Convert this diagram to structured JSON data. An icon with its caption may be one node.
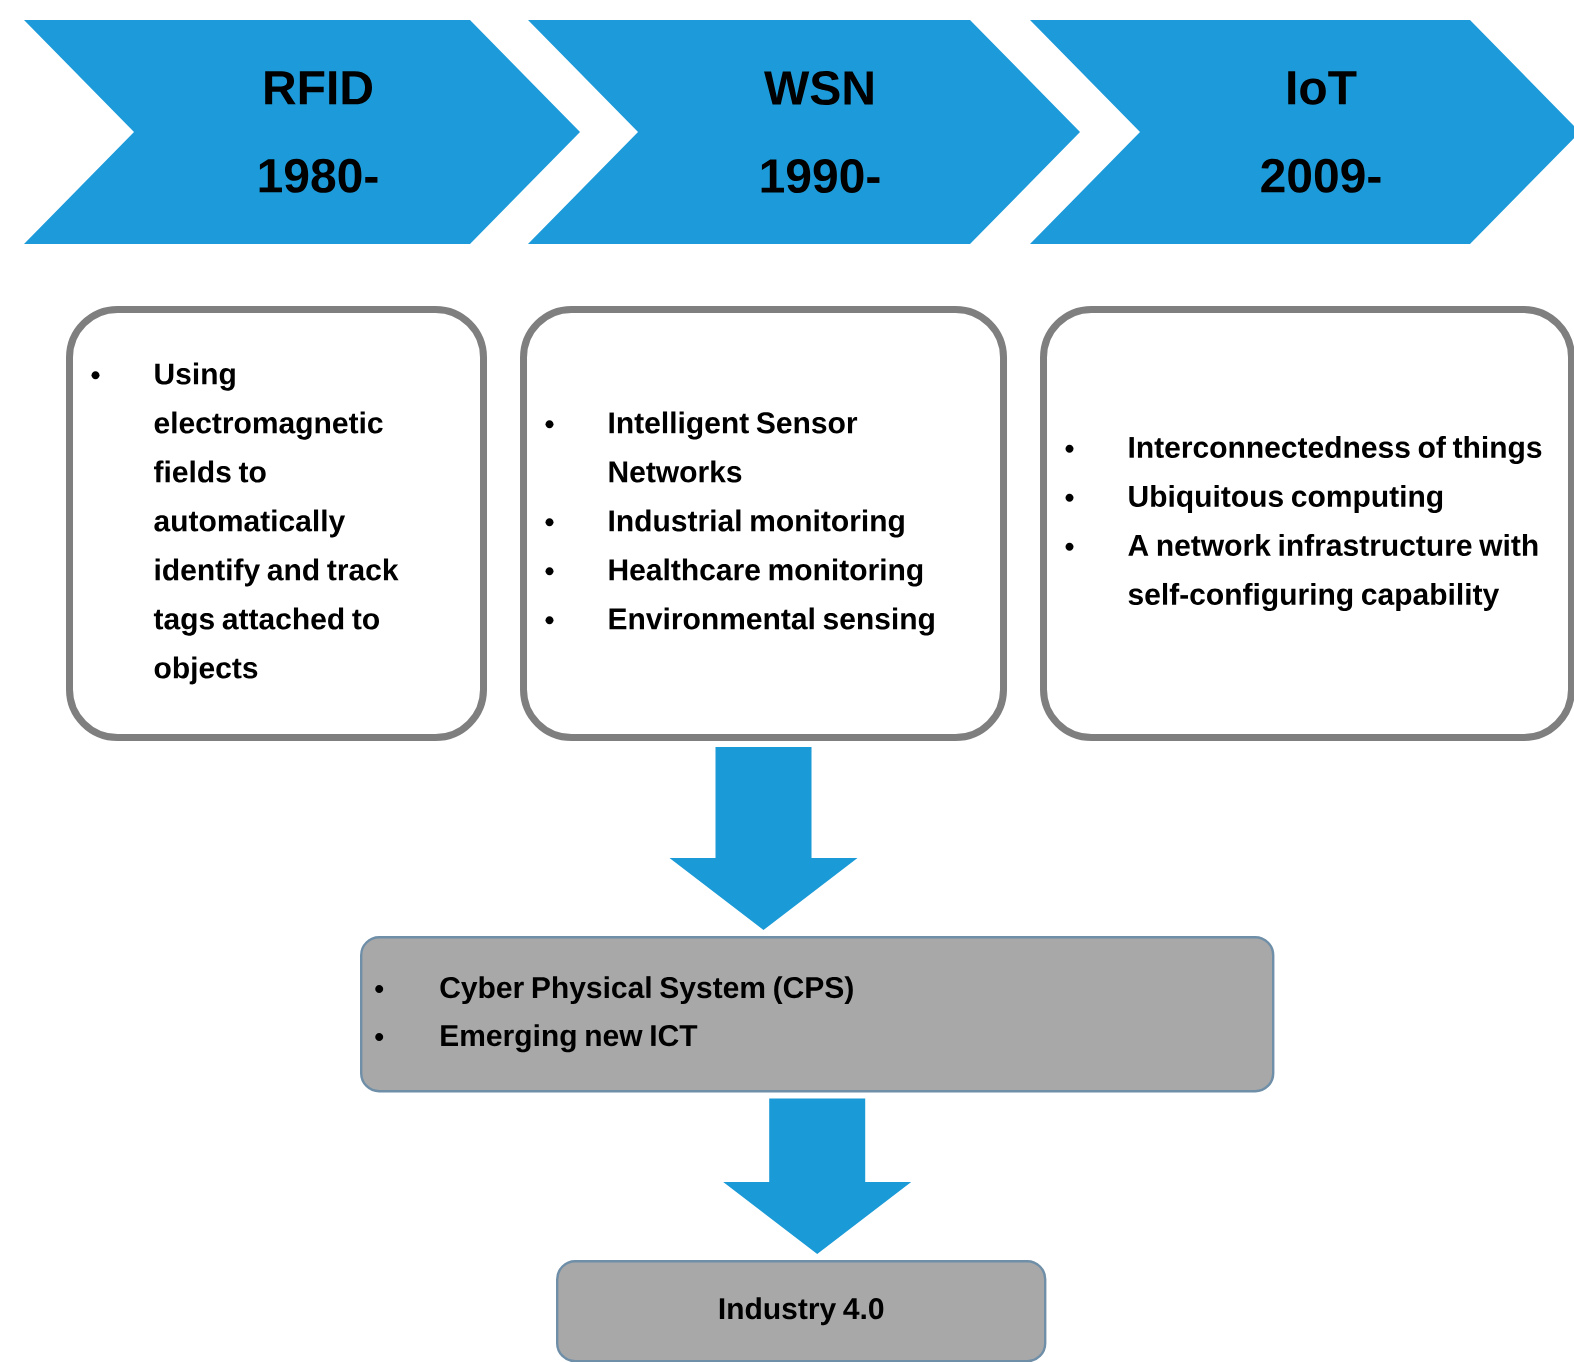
{
  "diagram": {
    "nodes": [
      {
        "text": [
          "RFID",
          "1980-"
        ]
      },
      {
        "text": [
          "WSN",
          "1990-"
        ]
      },
      {
        "text": [
          "IoT",
          "2009-"
        ]
      },
      {
        "text": [
          "Using electromagnetic fields to automatically identify and track tags attached to objects"
        ]
      },
      {
        "text": [
          "Intelligent Sensor Networks",
          "Industrial monitoring",
          "Healthcare monitoring",
          "Environmental sensing"
        ]
      },
      {
        "text": [
          "Interconnectedness of things",
          "Ubiquitous computing",
          "A network infrastructure with self-configuring capability"
        ]
      },
      {
        "text": [
          "Cyber Physical System (CPS)",
          "Emerging new ICT"
        ]
      },
      {
        "text": [
          "Industry 4.0"
        ]
      }
    ],
    "edges": [
      {
        "from": 4,
        "to": 6,
        "arrow": "to"
      },
      {
        "from": 6,
        "to": 7,
        "arrow": "to"
      }
    ]
  }
}
